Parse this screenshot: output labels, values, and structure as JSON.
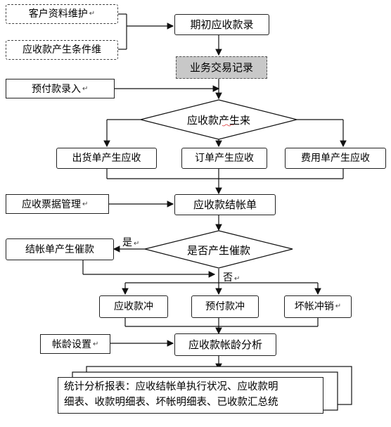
{
  "nodes": {
    "customer_maintenance": "客户资料维护",
    "ar_condition_maintenance": "应收款产生条件维",
    "initial_ar_entry": "期初应收款录",
    "business_transaction": "业务交易记录",
    "prepayment_entry": "预付款录入",
    "ar_generation": "应收款产生来",
    "shipment_ar": "出货单产生应收",
    "order_ar": "订单产生应收",
    "expense_ar": "费用单产生应收",
    "ar_bill_management": "应收票据管理",
    "ar_settlement": "应收款结帐单",
    "generate_reminder_q": "是否产生催款",
    "settlement_reminder": "结帐单产生催款",
    "ar_offset": "应收款冲",
    "prepay_offset": "预付款冲",
    "bad_debt_writeoff": "坏帐冲销",
    "aging_setup": "帐龄设置",
    "aging_analysis": "应收款帐龄分析",
    "reports_line1": "统计分析报表：应收结帐单执行状况、应收款明",
    "reports_line2": "细表、收款明细表、坏帐明细表、已收款汇总统"
  },
  "labels": {
    "yes": "是",
    "no": "否",
    "mark": "↵"
  }
}
